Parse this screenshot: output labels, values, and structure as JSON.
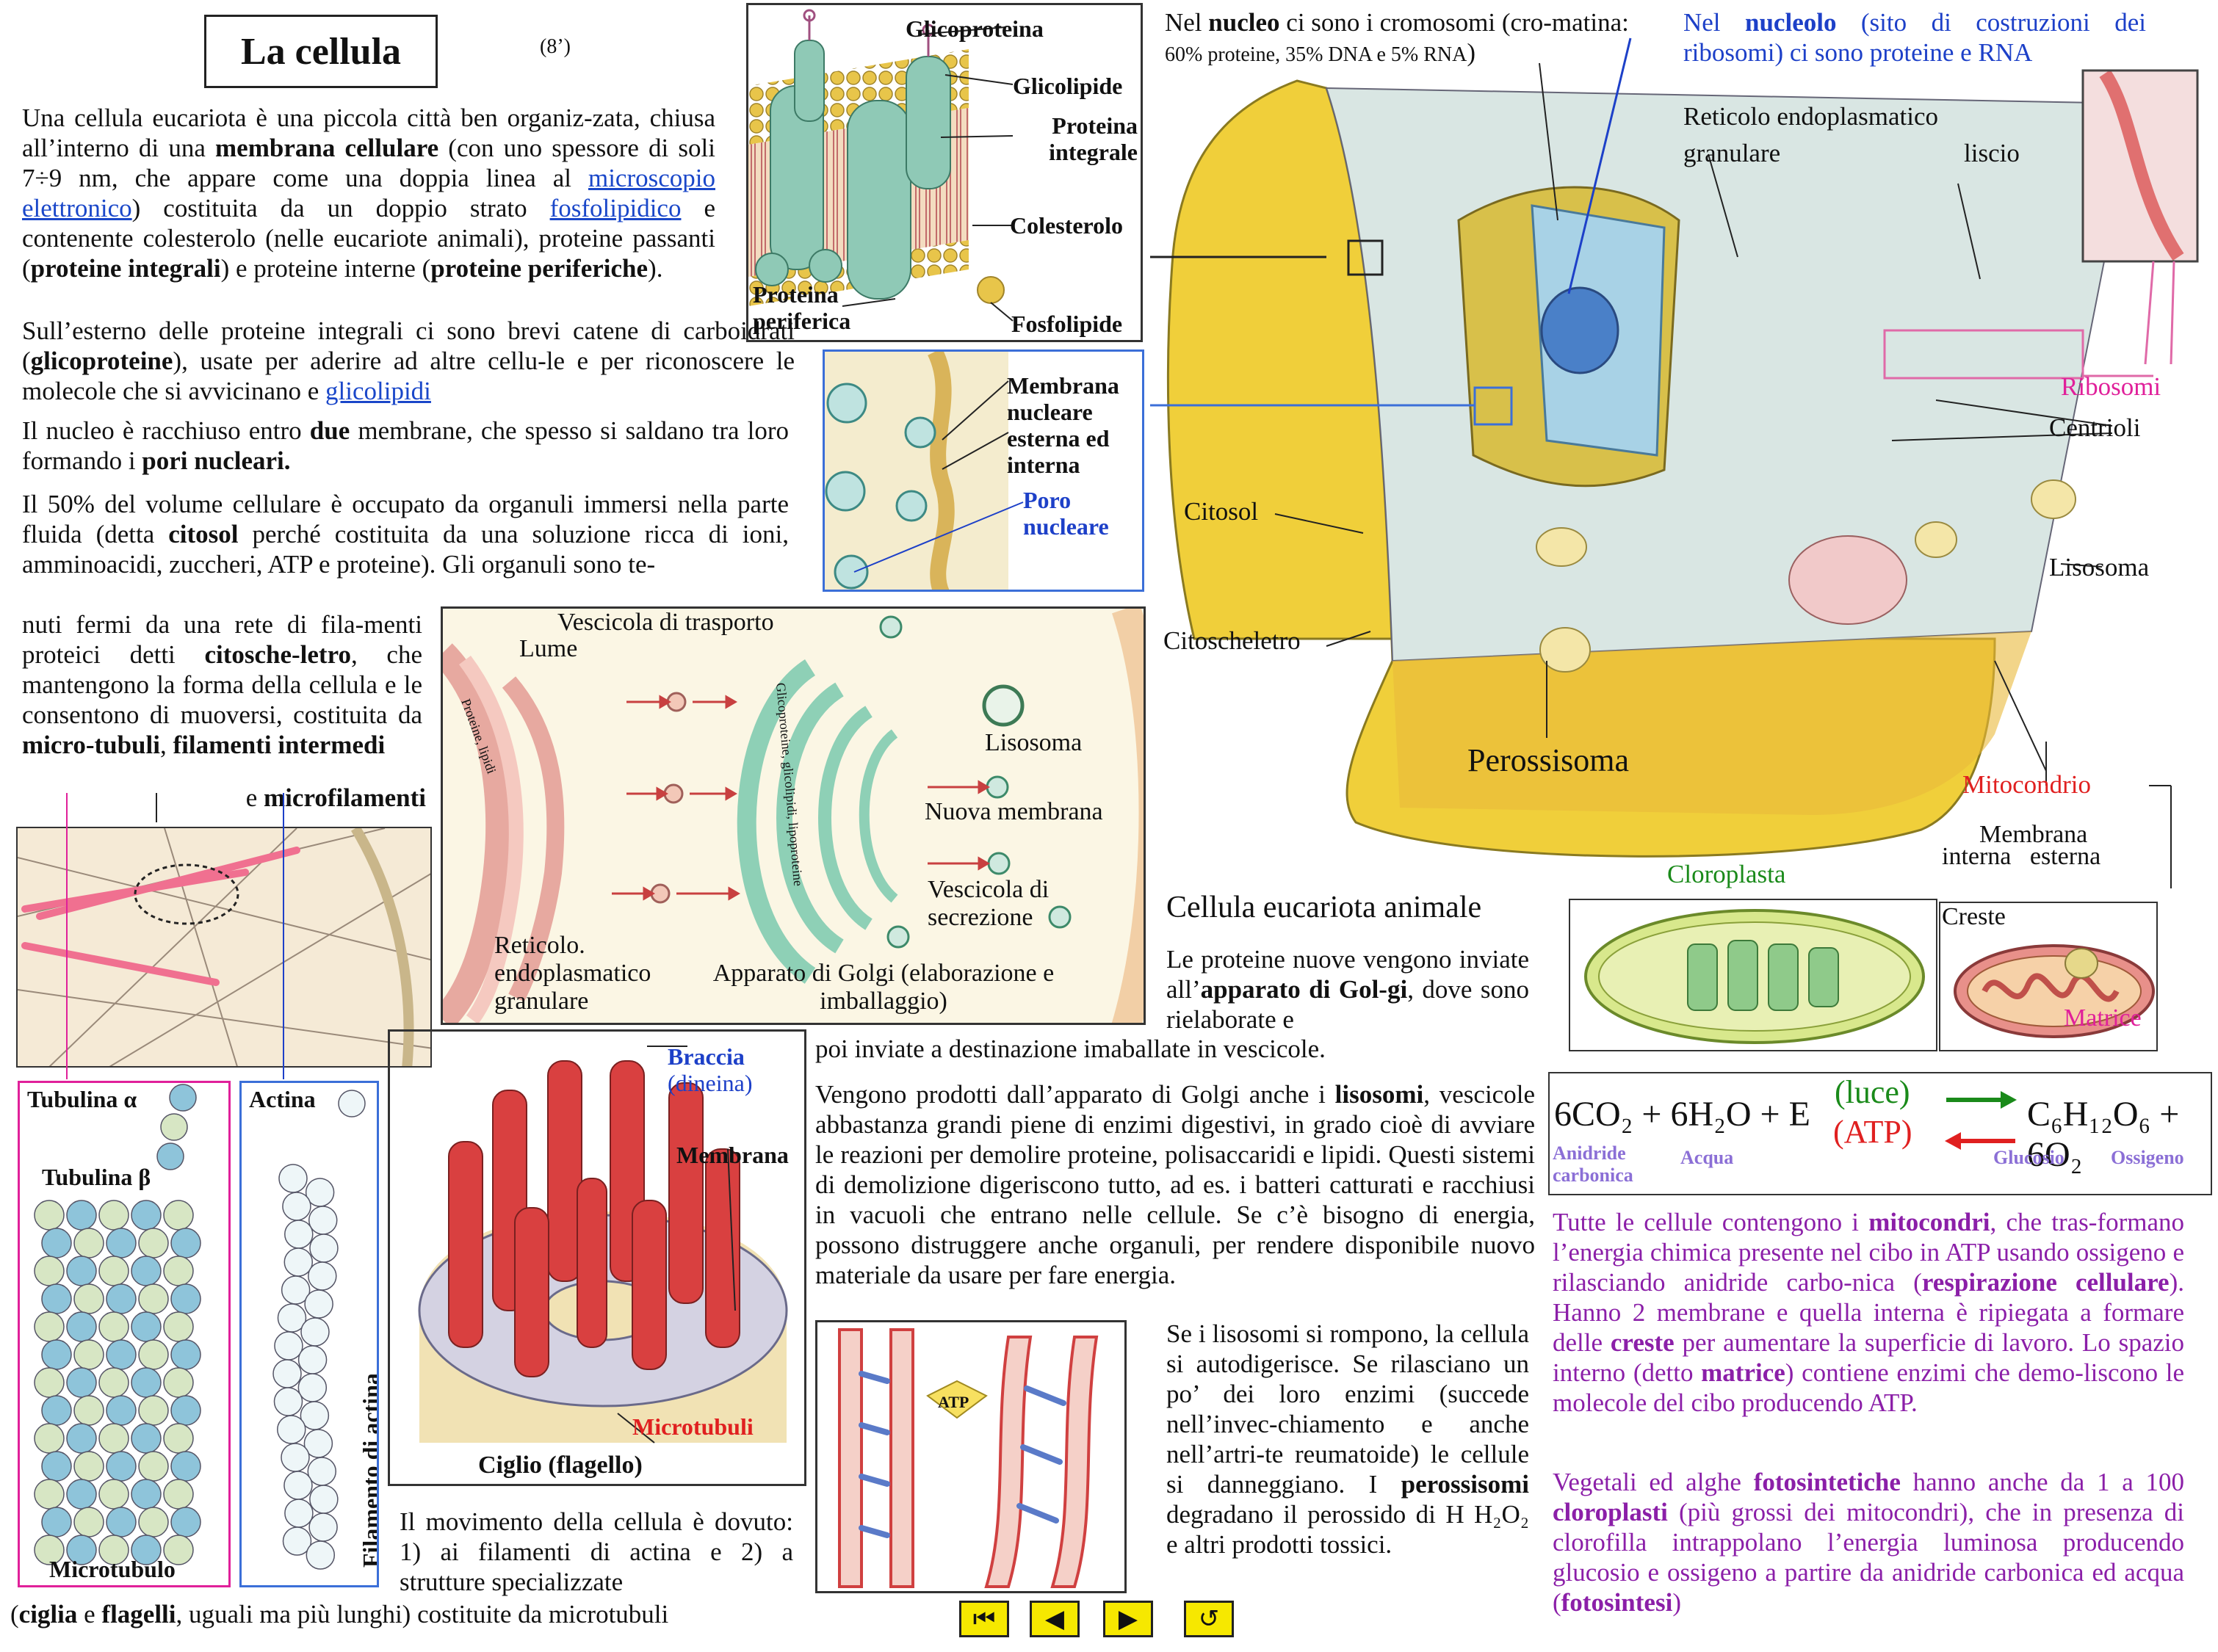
{
  "title": "La cellula",
  "slide_no": "(8’)",
  "intro": {
    "p1": [
      {
        "t": "Una cellula eucariota è una piccola città ben organiz-zata,  chiusa all’interno di una "
      },
      {
        "t": "membrana cellulare",
        "b": true
      },
      {
        "t": " (con uno spessore di soli 7÷9 nm, che appare come una doppia linea al "
      },
      {
        "t": "microscopio elettronico",
        "link": true
      },
      {
        "t": ") costituita da un doppio strato "
      },
      {
        "t": "fosfolipidico",
        "link": true
      },
      {
        "t": " e contenente colesterolo (nelle eucariote animali), proteine passanti ("
      },
      {
        "t": "proteine integrali",
        "b": true
      },
      {
        "t": ") e proteine interne ("
      },
      {
        "t": "proteine periferiche",
        "b": true
      },
      {
        "t": ")."
      }
    ],
    "p2": [
      {
        "t": "Sull’esterno delle proteine integrali ci sono brevi catene di carboidrati ("
      },
      {
        "t": "glicoproteine",
        "b": true
      },
      {
        "t": "), usate per aderire ad altre cellu-le e per riconoscere le molecole che si avvicinano e "
      },
      {
        "t": "glicolipidi",
        "link": true
      }
    ],
    "p3": [
      {
        "t": "Il nucleo è racchiuso entro "
      },
      {
        "t": "due",
        "b": true
      },
      {
        "t": " membrane, che spesso si saldano tra loro formando i "
      },
      {
        "t": "pori nucleari.",
        "b": true
      }
    ],
    "p4a": [
      {
        "t": "Il 50% del volume cellulare è occupato da organuli  immersi nella parte fluida (detta "
      },
      {
        "t": "citosol",
        "b": true
      },
      {
        "t": " perché costituita da una soluzione ricca di ioni, amminoacidi, zuccheri, ATP e proteine).  Gli organuli sono te-"
      }
    ],
    "p4b": [
      {
        "t": "nuti fermi da una rete di fila-menti proteici detti "
      },
      {
        "t": "citosche-letro",
        "b": true
      },
      {
        "t": ", che mantengono la forma della cellula e le consentono di muoversi, costituita da "
      },
      {
        "t": "micro-tubuli",
        "b": true
      },
      {
        "t": ",  "
      },
      {
        "t": "filamenti intermedi",
        "b": true
      }
    ],
    "p4c": [
      {
        "t": "e "
      },
      {
        "t": "microfilamenti",
        "b": true
      }
    ]
  },
  "membrane_labels": {
    "glicoproteina": "Glicoproteina",
    "glicolipide": "Glicolipide",
    "proteina_integrale": "Proteina integrale",
    "colesterolo": "Colesterolo",
    "proteina_periferica": "Proteina periferica",
    "fosfolipide": "Fosfolipide"
  },
  "nuclear_labels": {
    "membrana": "Membrana nucleare esterna ed interna",
    "poro": "Poro nucleare"
  },
  "golgi_labels": {
    "vescicola_trasporto": "Vescicola di trasporto",
    "lume": "Lume",
    "proteine_lipidi": "Proteine, lipidi",
    "glico": "Glicoproteine, glicolipidi, lipoproteine",
    "lisosoma": "Lisosoma",
    "nuova_membrana": "Nuova membrana",
    "vescicola_secrezione": "Vescicola di secrezione",
    "reticolo": "Reticolo. endoplasmatico granulare",
    "apparato": "Apparato di Golgi (elaborazione e imballaggio)"
  },
  "cell_labels": {
    "nucleo": [
      {
        "t": "Nel "
      },
      {
        "t": "nucleo",
        "b": true
      },
      {
        "t": " ci sono i cromosomi (cro-matina: "
      },
      {
        "t": "60% proteine, 35% DNA e 5% RNA",
        "small": true
      },
      {
        "t": ")"
      }
    ],
    "nucleolo": [
      {
        "t": "Nel "
      },
      {
        "t": "nucleolo",
        "b": true
      },
      {
        "t": " (sito di costruzioni dei ribosomi) ci sono proteine e RNA"
      }
    ],
    "reticolo": "Reticolo endoplasmatico",
    "granulare": "granulare",
    "liscio": "liscio",
    "ribosomi": "Ribosomi",
    "centrioli": "Centrioli",
    "citosol": "Citosol",
    "lisosoma": "Lisosoma",
    "citoscheletro": "Citoscheletro",
    "perossisoma": "Perossisoma",
    "mitocondrio": "Mitocondrio",
    "caption": "Cellula eucariota animale"
  },
  "chloro_label": "Cloroplasta",
  "mito_labels": {
    "membrana": "Membrana",
    "interna_esterna": "interna   esterna",
    "creste": "Creste",
    "matrice": "Matrice"
  },
  "cyto_labels": {
    "tubulina_a": "Tubulina α",
    "tubulina_b": "Tubulina β",
    "microtubulo": "Microtubulo",
    "actina": "Actina",
    "filamento": "Filamento di actina"
  },
  "cilium_labels": {
    "braccia": "Braccia",
    "dineina": "(dineina)",
    "membrana": "Membrana",
    "microtubuli": "Microtubuli",
    "ciglio": "Ciglio (flagello)"
  },
  "atp_label": "ATP",
  "golgi_text": [
    {
      "t": "Le proteine nuove vengono inviate all’"
    },
    {
      "t": "apparato di Gol-gi",
      "b": true
    },
    {
      "t": ", dove sono rielaborate e"
    }
  ],
  "golgi_text2": "poi inviate a destinazione imaballate in vescicole.",
  "lysosome_text": [
    {
      "t": "Vengono prodotti dall’apparato di Golgi anche i "
    },
    {
      "t": "lisosomi",
      "b": true
    },
    {
      "t": ", vescicole abbastanza grandi piene di enzimi digestivi, in grado cioè di avviare le reazioni per demolire proteine, polisaccaridi e lipidi.  Questi sistemi di demolizione digeriscono tutto, ad es. i batteri catturati e racchiusi in vacuoli che entrano nelle cellule.  Se  c’è  bisogno  di energia, possono distruggere anche organuli, per rendere disponibile nuovo materiale da usare per fare energia."
    }
  ],
  "rupture_text": [
    {
      "t": "Se i lisosomi si rompono, la cellula si autodigerisce.  Se rilasciano un po’ dei loro enzimi (succede nell’invec-chiamento e anche nell’artri-te reumatoide) le cellule si danneggiano.  I "
    },
    {
      "t": "perossisomi",
      "b": true
    },
    {
      "t": " degradano il perossido di H H₂O₂ e altri prodotti tossici."
    }
  ],
  "movement_text": "Il movimento della cellula è dovuto: 1) ai filamenti di actina e  2) a strutture specializzate",
  "movement_text2": [
    {
      "t": "("
    },
    {
      "t": "ciglia",
      "b": true
    },
    {
      "t": " e "
    },
    {
      "t": "flagelli",
      "b": true
    },
    {
      "t": ", uguali ma più lunghi) costituite da microtubuli"
    }
  ],
  "equation": {
    "left": "6CO₂ + 6H₂O + E",
    "luce": "(luce)",
    "atp": "(ATP)",
    "right": "C₆H₁₂O₆ + 6O₂",
    "anidride": "Anidride carbonica",
    "acqua": "Acqua",
    "glucosio": "Glucosio",
    "ossigeno": "Ossigeno"
  },
  "mito_text": [
    {
      "t": "Tutte le cellule contengono i "
    },
    {
      "t": "mitocondri",
      "b": true
    },
    {
      "t": ",  che tras-formano l’energia chimica presente nel cibo in ATP usando ossigeno e rilasciando anidride carbo-nica ("
    },
    {
      "t": "respirazione cellulare",
      "b": true
    },
    {
      "t": ").  Hanno 2 membrane e quella interna è ripiegata a formare delle "
    },
    {
      "t": "creste",
      "b": true
    },
    {
      "t": " per aumentare la superficie di lavoro.   Lo  spazio interno (detto "
    },
    {
      "t": "matrice",
      "b": true
    },
    {
      "t": ") contiene enzimi che demo-liscono le molecole del cibo producendo ATP."
    }
  ],
  "chloro_text": [
    {
      "t": "Vegetali ed alghe "
    },
    {
      "t": "fotosintetiche",
      "b": true
    },
    {
      "t": " hanno anche da 1 a 100 "
    },
    {
      "t": "cloroplasti",
      "b": true
    },
    {
      "t": " (più grossi dei mitocondri), che in presenza di clorofilla intrappolano l’energia luminosa producendo glucosio e ossigeno a partire da anidride carbonica ed acqua ("
    },
    {
      "t": "fotosintesi",
      "b": true
    },
    {
      "t": ")"
    }
  ],
  "nav": {
    "first": "⏮",
    "prev": "◀",
    "next": "▶",
    "back": "↺"
  }
}
